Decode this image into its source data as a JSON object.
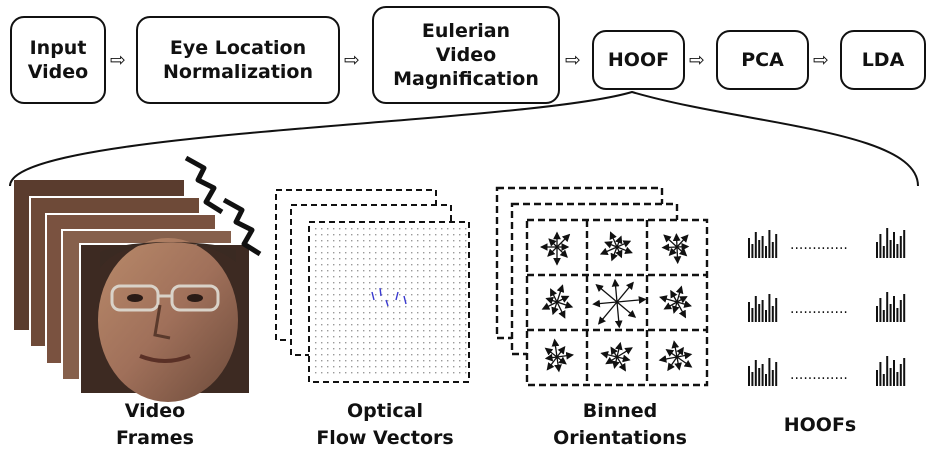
{
  "pipeline": {
    "steps": [
      {
        "label": "Input\nVideo"
      },
      {
        "label": "Eye Location\nNormalization"
      },
      {
        "label": "Eulerian\nVideo\nMagnification"
      },
      {
        "label": "HOOF"
      },
      {
        "label": "PCA"
      },
      {
        "label": "LDA"
      }
    ],
    "arrow_glyph": "⇨"
  },
  "stages": {
    "video_frames": "Video\nFrames",
    "optical_flow": "Optical\nFlow Vectors",
    "binned_orientations": "Binned\nOrientations",
    "hoofs": "HOOFs"
  },
  "hoof_dots": ".............",
  "icons": [
    "face-frame-stack-icon",
    "bracket-icon",
    "flow-field-icon",
    "orientation-grid-icon",
    "histogram-icon"
  ]
}
